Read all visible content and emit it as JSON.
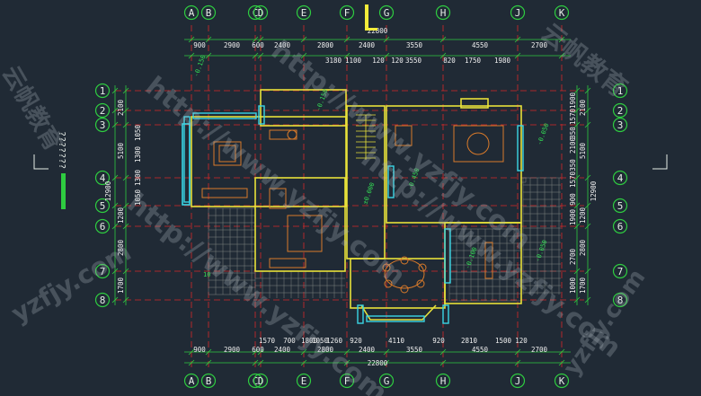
{
  "drawing": {
    "columns_top": [
      "A",
      "B",
      "C",
      "D",
      "E",
      "F",
      "G",
      "H",
      "J",
      "K"
    ],
    "columns_bottom": [
      "A",
      "B",
      "C",
      "D",
      "E",
      "F",
      "G",
      "H",
      "J",
      "K"
    ],
    "rows_left": [
      "1",
      "2",
      "3",
      "4",
      "5",
      "6",
      "7",
      "8"
    ],
    "rows_right": [
      "1",
      "2",
      "3",
      "4",
      "5",
      "6",
      "7",
      "8"
    ],
    "top_dims": [
      "900",
      "2900",
      "600",
      "2400",
      "2800",
      "2400",
      "3550",
      "4550",
      "2700"
    ],
    "top_total": "22800",
    "top_sub_dims": [
      "3180",
      "1100",
      "120",
      "120",
      "3550",
      "820",
      "1750",
      "1980"
    ],
    "bottom_dims": [
      "900",
      "2900",
      "600",
      "2400",
      "2800",
      "2400",
      "3550",
      "4550",
      "2700"
    ],
    "bottom_total": "22800",
    "bottom_sub_dims": [
      "1570",
      "700",
      "1800",
      "1050",
      "1260",
      "920",
      "4110",
      "920",
      "2810",
      "1500",
      "120"
    ],
    "left_dims": [
      "2100",
      "5100",
      "1200",
      "2800",
      "1700"
    ],
    "left_total": "12900",
    "left_sub_dims": [
      "1050",
      "1300",
      "1300",
      "1050"
    ],
    "right_dims": [
      "2100",
      "5100",
      "1200",
      "2800",
      "1700"
    ],
    "right_total": "12900",
    "right_sub_dims": [
      "1900",
      "1570",
      "350",
      "2100",
      "350",
      "1570",
      "900",
      "1900",
      "2700",
      "1000"
    ],
    "levels": [
      "-0.150",
      "-0.450",
      "-0.100",
      "±0.000",
      "-0.050",
      "-0.050",
      "-0.150"
    ],
    "placeholder_text": "???????",
    "note": "10"
  },
  "watermark": {
    "brand_cn": "云帆教育",
    "url": "http://www.yzfjy.com",
    "url_short": "yzfjy.com"
  },
  "colors": {
    "background": "#202a35",
    "grid_axis": "#2ecc40",
    "wall": "#e8e23a",
    "window": "#3ad6e6",
    "furniture": "#d97a2a",
    "hatch": "#8a8f8a",
    "axis_line": "#d62828"
  }
}
